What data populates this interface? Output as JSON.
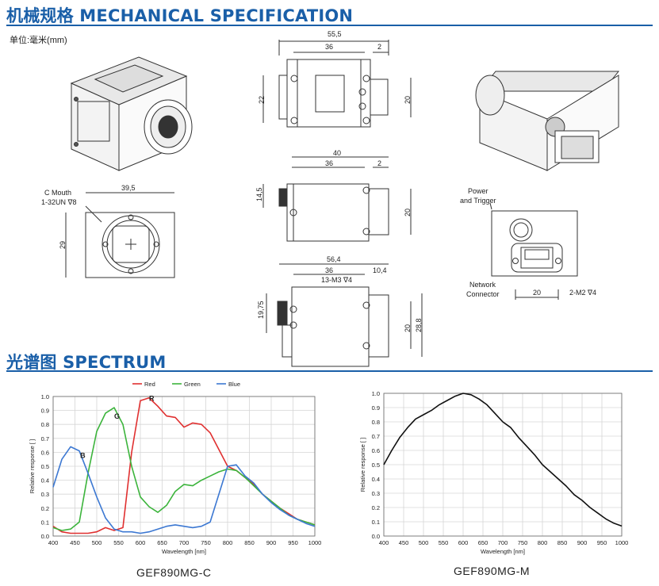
{
  "headers": {
    "mech": "机械规格 MECHANICAL SPECIFICATION",
    "spectrum": "光谱图   SPECTRUM",
    "unit": "单位:毫米(mm)"
  },
  "colors": {
    "brand": "#1a5fa8",
    "red": "#e03030",
    "green": "#3cb43c",
    "blue": "#3c78d2"
  },
  "labels": {
    "c_mouth_1": "C Mouth",
    "c_mouth_2": "1-32UN ∇8",
    "power_1": "Power",
    "power_2": "and Trigger",
    "network_1": "Network",
    "network_2": "Connector",
    "screw_m3": "13-M3 ∇4",
    "screw_m2": "2-M2 ∇4"
  },
  "dims": {
    "top_total": "55,5",
    "top_inner": "36",
    "top_small": "2",
    "top_left": "22",
    "top_right": "20",
    "mid_total": "40",
    "mid_inner": "36",
    "mid_small": "2",
    "mid_left": "14,5",
    "mid_right": "20",
    "bot_total": "56,4",
    "bot_inner": "36",
    "bot_small": "10,4",
    "bot_left": "19,75",
    "bot_right1": "20",
    "bot_right2": "28,8",
    "front_w": "39,5",
    "front_h": "29",
    "back_w": "20"
  },
  "models": {
    "color": "GEF890MG-C",
    "mono": "GEF890MG-M"
  },
  "chart_data": [
    {
      "type": "line",
      "xlabel": "Wavelength [nm]",
      "ylabel": "Relative response [ ]",
      "xlim": [
        400,
        1000
      ],
      "ylim": [
        0,
        1
      ],
      "xticks": [
        400,
        450,
        500,
        550,
        600,
        650,
        700,
        750,
        800,
        850,
        900,
        950,
        1000
      ],
      "yticks": [
        0,
        0.1,
        0.2,
        0.3,
        0.4,
        0.5,
        0.6,
        0.7,
        0.8,
        0.9,
        1.0
      ],
      "grid": true,
      "legend": "top",
      "annotations": [
        "R",
        "G",
        "B"
      ],
      "x": [
        400,
        420,
        440,
        460,
        480,
        500,
        520,
        540,
        560,
        580,
        600,
        620,
        640,
        660,
        680,
        700,
        720,
        740,
        760,
        780,
        800,
        820,
        840,
        860,
        880,
        900,
        920,
        940,
        960,
        980,
        1000
      ],
      "series": [
        {
          "name": "Red",
          "color": "#e03030",
          "values": [
            0.07,
            0.03,
            0.02,
            0.02,
            0.02,
            0.03,
            0.06,
            0.04,
            0.06,
            0.6,
            0.97,
            0.99,
            0.93,
            0.86,
            0.85,
            0.78,
            0.81,
            0.8,
            0.74,
            0.62,
            0.5,
            0.47,
            0.42,
            0.37,
            0.3,
            0.25,
            0.2,
            0.16,
            0.12,
            0.1,
            0.08
          ]
        },
        {
          "name": "Green",
          "color": "#3cb43c",
          "values": [
            0.06,
            0.04,
            0.05,
            0.1,
            0.45,
            0.75,
            0.88,
            0.92,
            0.8,
            0.5,
            0.28,
            0.21,
            0.17,
            0.22,
            0.32,
            0.37,
            0.36,
            0.4,
            0.43,
            0.46,
            0.48,
            0.47,
            0.42,
            0.36,
            0.3,
            0.25,
            0.2,
            0.15,
            0.12,
            0.1,
            0.08
          ]
        },
        {
          "name": "Blue",
          "color": "#3c78d2",
          "values": [
            0.35,
            0.55,
            0.64,
            0.61,
            0.45,
            0.28,
            0.13,
            0.05,
            0.03,
            0.03,
            0.02,
            0.03,
            0.05,
            0.07,
            0.08,
            0.07,
            0.06,
            0.07,
            0.1,
            0.3,
            0.5,
            0.51,
            0.43,
            0.38,
            0.3,
            0.24,
            0.19,
            0.15,
            0.12,
            0.09,
            0.07
          ]
        }
      ]
    },
    {
      "type": "line",
      "xlabel": "Wavelength [nm]",
      "ylabel": "Relative response [ ]",
      "xlim": [
        400,
        1000
      ],
      "ylim": [
        0,
        1
      ],
      "xticks": [
        400,
        450,
        500,
        550,
        600,
        650,
        700,
        750,
        800,
        850,
        900,
        950,
        1000
      ],
      "yticks": [
        0,
        0.1,
        0.2,
        0.3,
        0.4,
        0.5,
        0.6,
        0.7,
        0.8,
        0.9,
        1.0
      ],
      "grid": true,
      "x": [
        400,
        420,
        440,
        460,
        480,
        500,
        520,
        540,
        560,
        580,
        600,
        620,
        640,
        660,
        680,
        700,
        720,
        740,
        760,
        780,
        800,
        820,
        840,
        860,
        880,
        900,
        920,
        940,
        960,
        980,
        1000
      ],
      "series": [
        {
          "color": "#111111",
          "values": [
            0.5,
            0.6,
            0.69,
            0.76,
            0.82,
            0.85,
            0.88,
            0.92,
            0.95,
            0.98,
            1.0,
            0.99,
            0.96,
            0.92,
            0.86,
            0.8,
            0.76,
            0.69,
            0.63,
            0.57,
            0.5,
            0.45,
            0.4,
            0.35,
            0.29,
            0.25,
            0.2,
            0.16,
            0.12,
            0.09,
            0.07
          ]
        }
      ]
    }
  ]
}
